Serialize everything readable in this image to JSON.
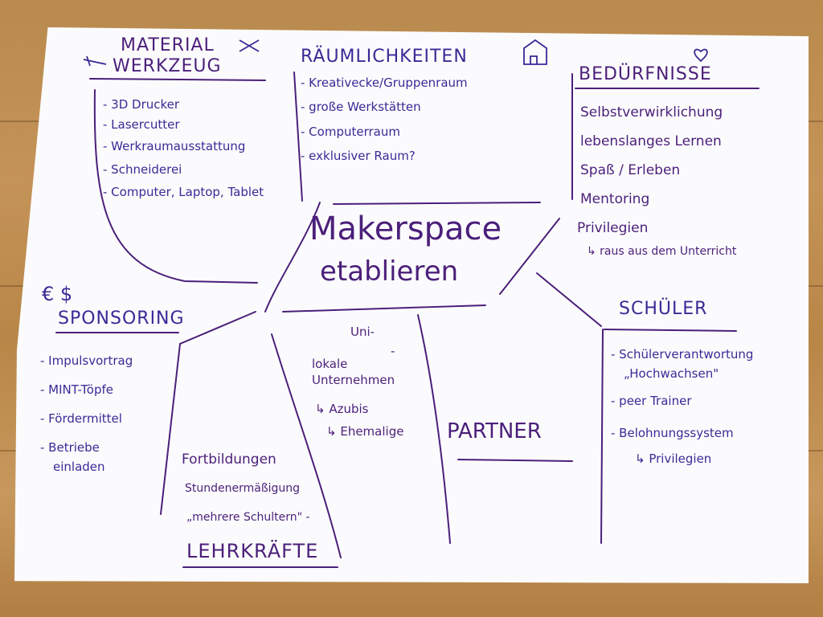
{
  "material": {
    "title1": "MATERIAL",
    "title2": "WERKZEUG",
    "items": [
      "- 3D Drucker",
      "- Lasercutter",
      "- Werkraumausstattung",
      "- Schneiderei",
      "- Computer, Laptop, Tablet"
    ]
  },
  "raeume": {
    "title": "RÄUMLICHKEITEN",
    "items": [
      "- Kreativecke/Gruppenraum",
      "- große Werkstätten",
      "- Computerraum",
      "- exklusiver Raum?"
    ]
  },
  "beduerfnisse": {
    "title": "BEDÜRFNISSE",
    "items": [
      "Selbstverwirklichung",
      "lebenslanges Lernen",
      "Spaß / Erleben",
      "Mentoring",
      "Privilegien",
      "↳ raus aus dem Unterricht"
    ]
  },
  "center": {
    "line1": "Makerspace",
    "line2": "etablieren"
  },
  "sponsoring": {
    "title": "SPONSORING",
    "symbols": "€  $",
    "items": [
      "- Impulsvortrag",
      "- MINT-Töpfe",
      "- Fördermittel",
      "- Betriebe",
      "einladen"
    ]
  },
  "partner": {
    "title": "PARTNER",
    "items": [
      "Uni-",
      "-",
      "lokale",
      "Unternehmen",
      "↳ Azubis",
      "↳ Ehemalige"
    ]
  },
  "schueler": {
    "title": "SCHÜLER",
    "items": [
      "- Schülerverantwortung",
      "„Hochwachsen\"",
      "- peer Trainer",
      "- Belohnungssystem",
      "↳ Privilegien"
    ]
  },
  "lehrkraefte": {
    "title": "LEHRKRÄFTE",
    "items": [
      "Fortbildungen",
      "Stundenermäßigung",
      "„mehrere Schultern\" -"
    ]
  },
  "colors": {
    "ink_blue": "#3a2a96",
    "ink_purple": "#4b1f7a",
    "paper": "#fbfbfd"
  }
}
